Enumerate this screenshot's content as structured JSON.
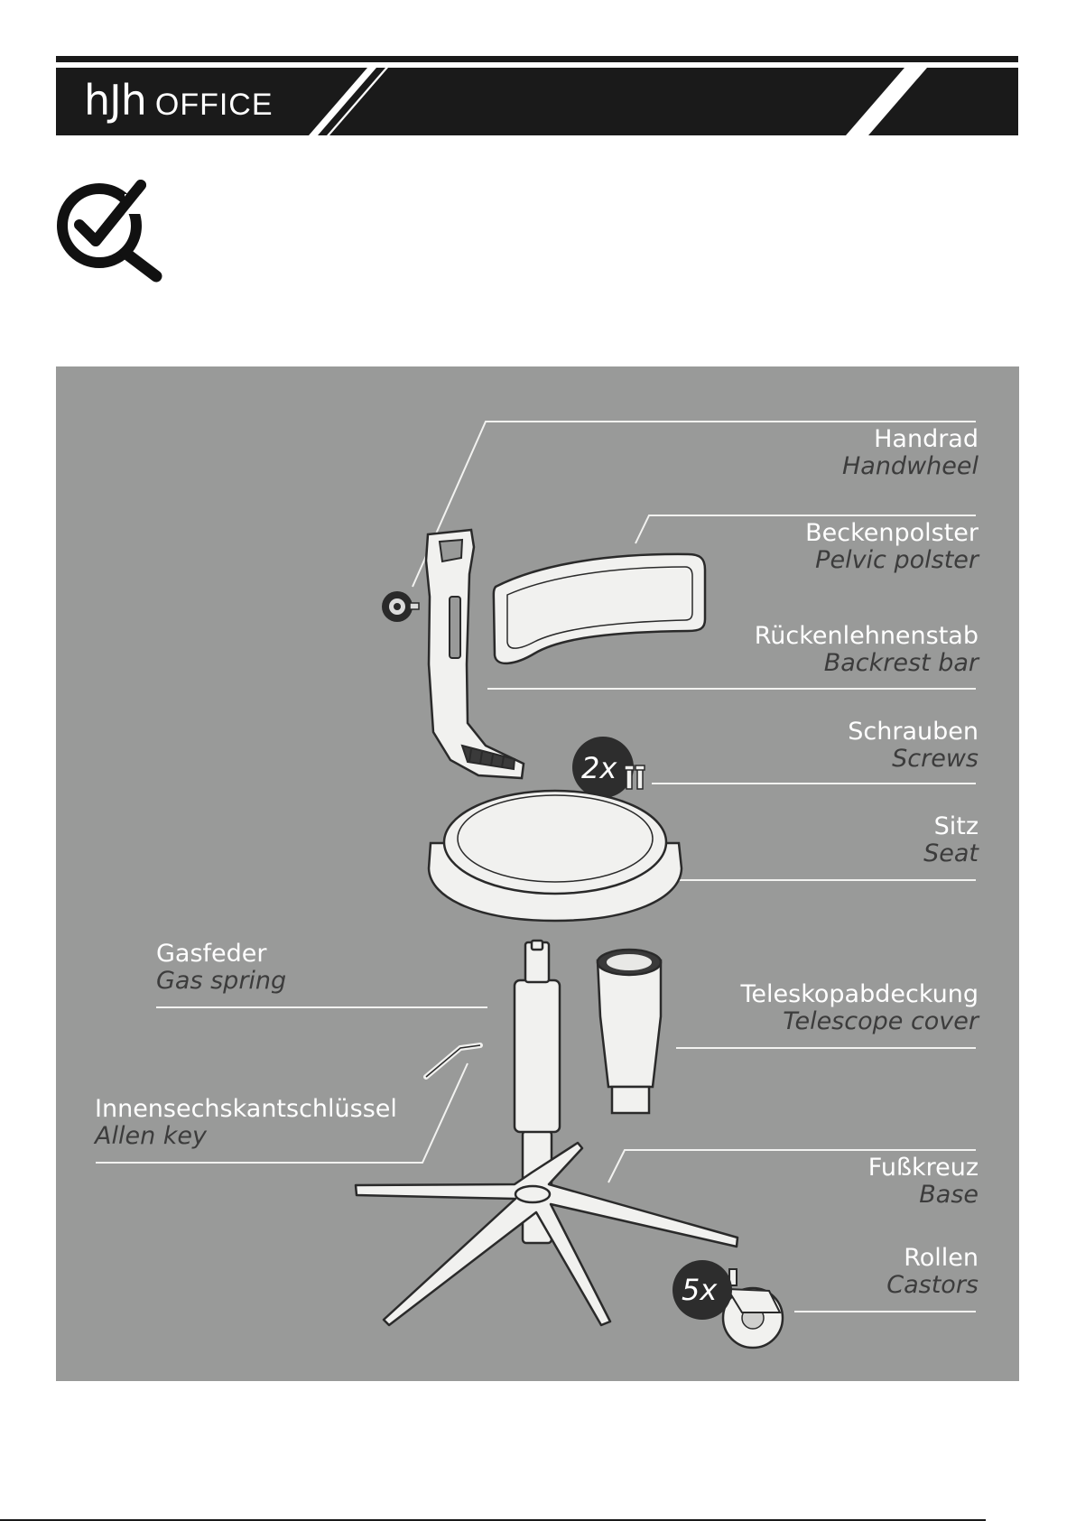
{
  "header": {
    "logo_mark": "hJh",
    "logo_word": "OFFICE"
  },
  "icons": {
    "check": "checklist-magnifier-icon"
  },
  "parts": [
    {
      "de": "Handrad",
      "en": "Handwheel"
    },
    {
      "de": "Beckenpolster",
      "en": "Pelvic polster"
    },
    {
      "de": "Rückenlehnenstab",
      "en": "Backrest bar"
    },
    {
      "de": "Schrauben",
      "en": "Screws"
    },
    {
      "de": "Sitz",
      "en": "Seat"
    },
    {
      "de": "Gasfeder",
      "en": "Gas spring"
    },
    {
      "de": "Teleskopabdeckung",
      "en": "Telescope cover"
    },
    {
      "de": "Innensechskantschlüssel",
      "en": "Allen key"
    },
    {
      "de": "Fußkreuz",
      "en": "Base"
    },
    {
      "de": "Rollen",
      "en": "Castors"
    }
  ],
  "badges": {
    "screws": "2x",
    "castors": "5x"
  },
  "colors": {
    "panel": "#999a99",
    "ink": "#1a1a1a",
    "part_fill": "#f1f1ef",
    "english_text": "#3c3c3c"
  }
}
